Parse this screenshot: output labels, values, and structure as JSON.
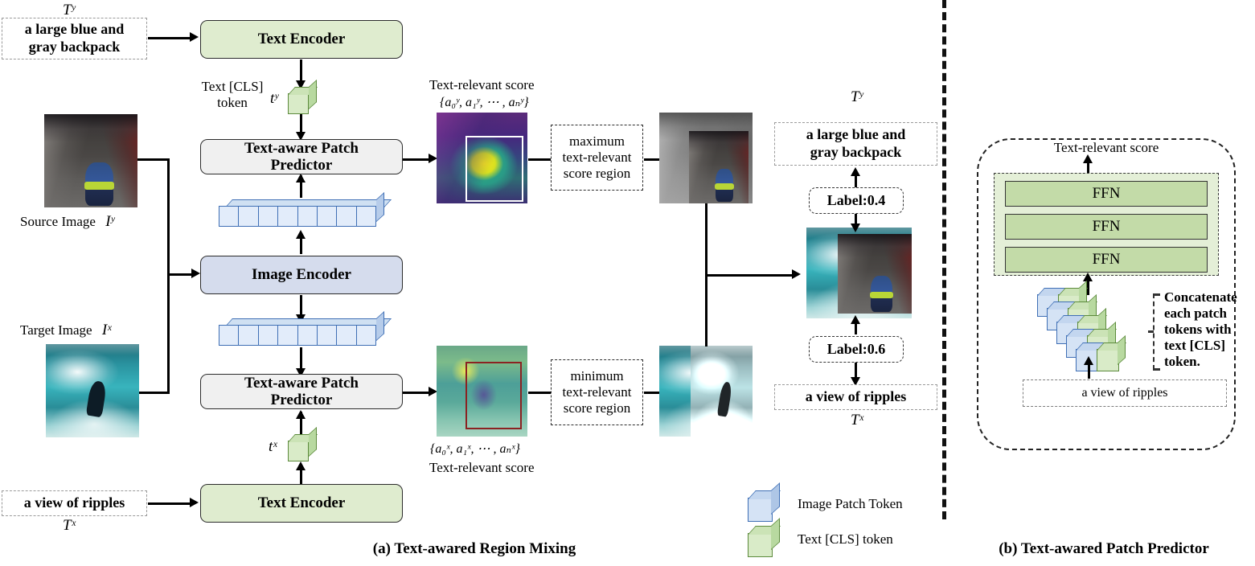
{
  "panel_a": {
    "caption": "(a) Text-awared Region Mixing",
    "source_text_symbol": "Tʸ",
    "source_text": [
      "a large blue and",
      "gray backpack"
    ],
    "target_text": "a view of ripples",
    "target_text_symbol": "Tˣ",
    "text_encoder_top": "Text Encoder",
    "text_encoder_bottom": "Text Encoder",
    "image_encoder": "Image Encoder",
    "patch_predictor_top": [
      "Text-aware Patch",
      "Predictor"
    ],
    "patch_predictor_bottom": [
      "Text-aware Patch",
      "Predictor"
    ],
    "cls_token_caption": [
      "Text [CLS]",
      "token"
    ],
    "cls_symbol_top": "tʸ",
    "cls_symbol_bottom": "tˣ",
    "source_image_label": "Source Image",
    "source_image_symbol": "Iʸ",
    "target_image_label": "Target Image",
    "target_image_symbol": "Iˣ",
    "score_title_top": "Text-relevant score",
    "score_set_top": "{a₀ʸ, a₁ʸ, ⋯ , aₙʸ}",
    "score_set_bottom": "{a₀ˣ, a₁ˣ, ⋯ , aₙˣ}",
    "score_title_bottom": "Text-relevant score",
    "region_op_max": [
      "maximum",
      "text-relevant",
      "score region"
    ],
    "region_op_min": [
      "minimum",
      "text-relevant",
      "score region"
    ],
    "mix_text_top_symbol": "Tʸ",
    "mix_text_top": [
      "a large blue and",
      "gray backpack"
    ],
    "label_top": "Label:0.4",
    "label_bottom": "Label:0.6",
    "mix_text_bottom": "a view of ripples",
    "mix_text_bottom_symbol": "Tˣ",
    "legend": [
      {
        "name": "Image Patch Token",
        "color": "#d5e3f5"
      },
      {
        "name": "Text [CLS] token",
        "color": "#d9ebc8"
      }
    ]
  },
  "panel_b": {
    "caption": "(b) Text-awared Patch Predictor",
    "output_label": "Text-relevant score",
    "ffn_layers": [
      "FFN",
      "FFN",
      "FFN"
    ],
    "concat_note": [
      "Concatenate",
      "each patch",
      "tokens with",
      "text [CLS]",
      "token."
    ],
    "input_text": "a view of ripples"
  },
  "colors": {
    "green_fill": "#dfeccf",
    "blue_fill": "#d5dced",
    "gray_fill": "#f0f0f0",
    "ffn_fill": "#c3dba8",
    "cube_blue": "#d5e3f5",
    "cube_green": "#d9ebc8",
    "max_box_border": "#ffffff",
    "min_box_border": "#8b2222"
  }
}
